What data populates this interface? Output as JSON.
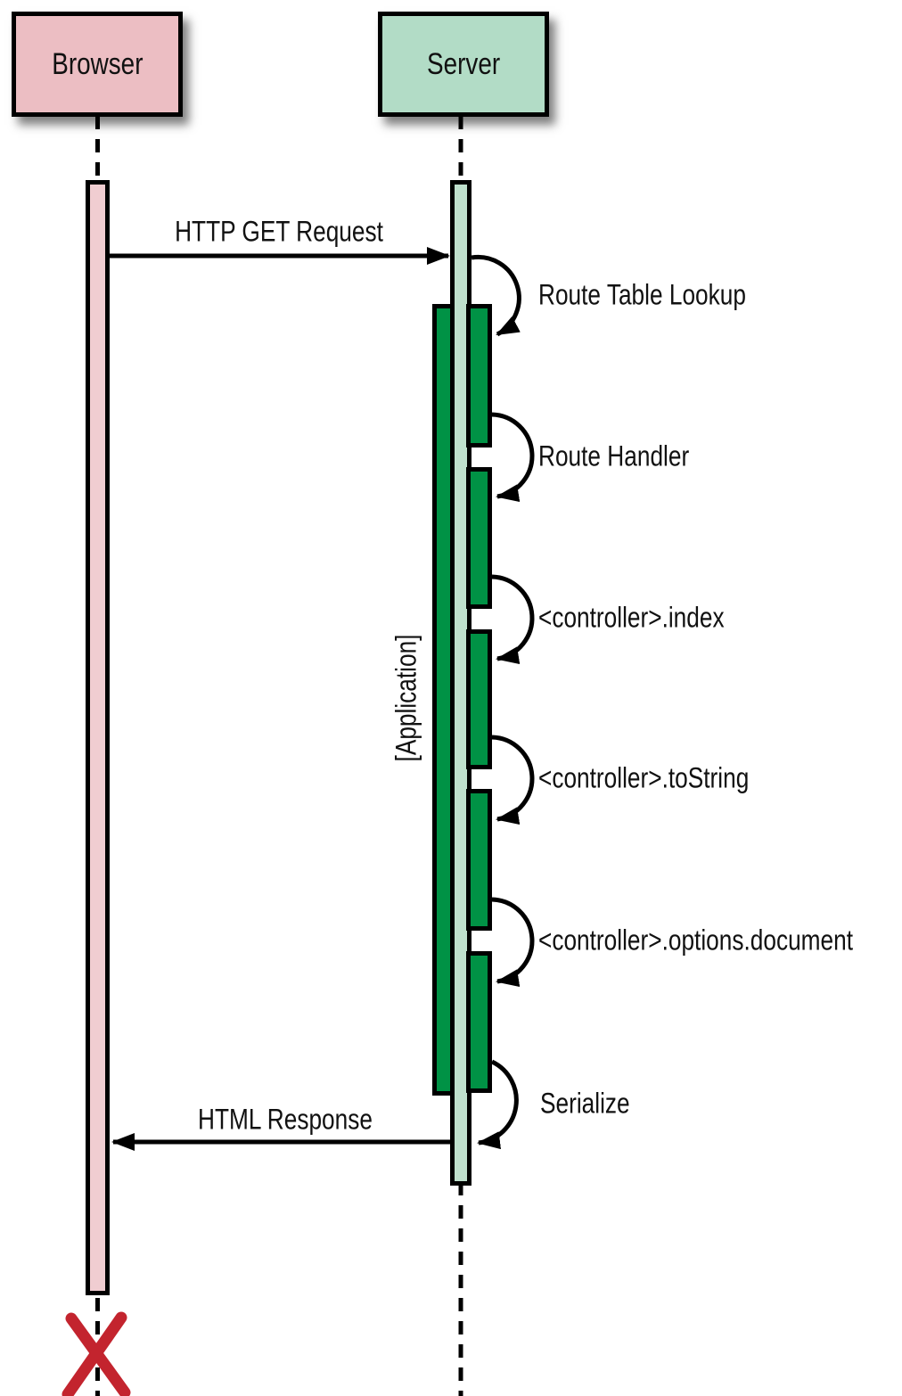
{
  "diagram": {
    "type": "uml-sequence-diagram",
    "actors": [
      {
        "label": "Browser"
      },
      {
        "label": "Server"
      }
    ],
    "messages": [
      {
        "label": "HTTP GET Request",
        "from": "Browser",
        "to": "Server",
        "direction": "right"
      },
      {
        "label": "HTML Response",
        "from": "Server",
        "to": "Browser",
        "direction": "left"
      }
    ],
    "self_calls": [
      "Route Table Lookup",
      "Route Handler",
      "<controller>.index",
      "<controller>.toString",
      "<controller>.options.document",
      "Serialize"
    ],
    "activation_label": "[Application]",
    "lifeline_end": "destroy-x",
    "colors": {
      "browser_box_fill": "#ecbec3",
      "browser_bar_fill": "#f0cdd1",
      "server_box_fill": "#b2dcc6",
      "server_bar_fill": "#bfe0cd",
      "application_bar_fill": "#009245",
      "destroy_x": "#c3242e",
      "stroke": "#000000"
    }
  }
}
